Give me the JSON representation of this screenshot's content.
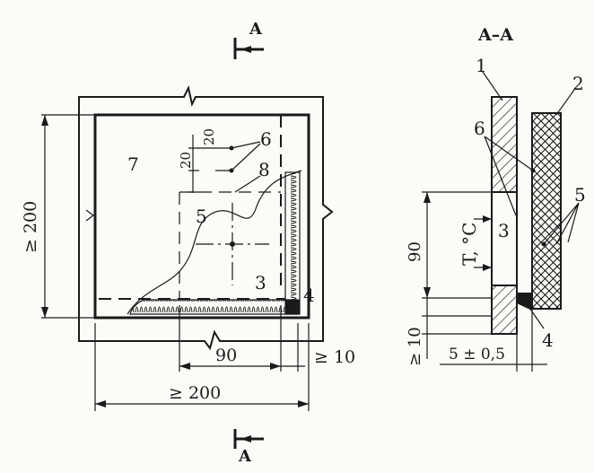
{
  "labels": {
    "section_marker": "A",
    "section_title": "A–A",
    "dim_ge200_left": "≥ 200",
    "dim_ge200_bottom": "≥ 200",
    "dim_90_bottom": "90",
    "dim_ge10_right": "≥ 10",
    "dim_20_a": "20",
    "dim_20_b": "20",
    "dim_90_section": "90",
    "dim_ge10_section": "≥ 10",
    "dim_5_tol": "5 ± 0,5",
    "temp_label": "T, °C",
    "num_1": "1",
    "num_2": "2",
    "num_3": "3",
    "num_4": "4",
    "num_5": "5",
    "num_6": "6",
    "num_7": "7",
    "num_8": "8"
  }
}
